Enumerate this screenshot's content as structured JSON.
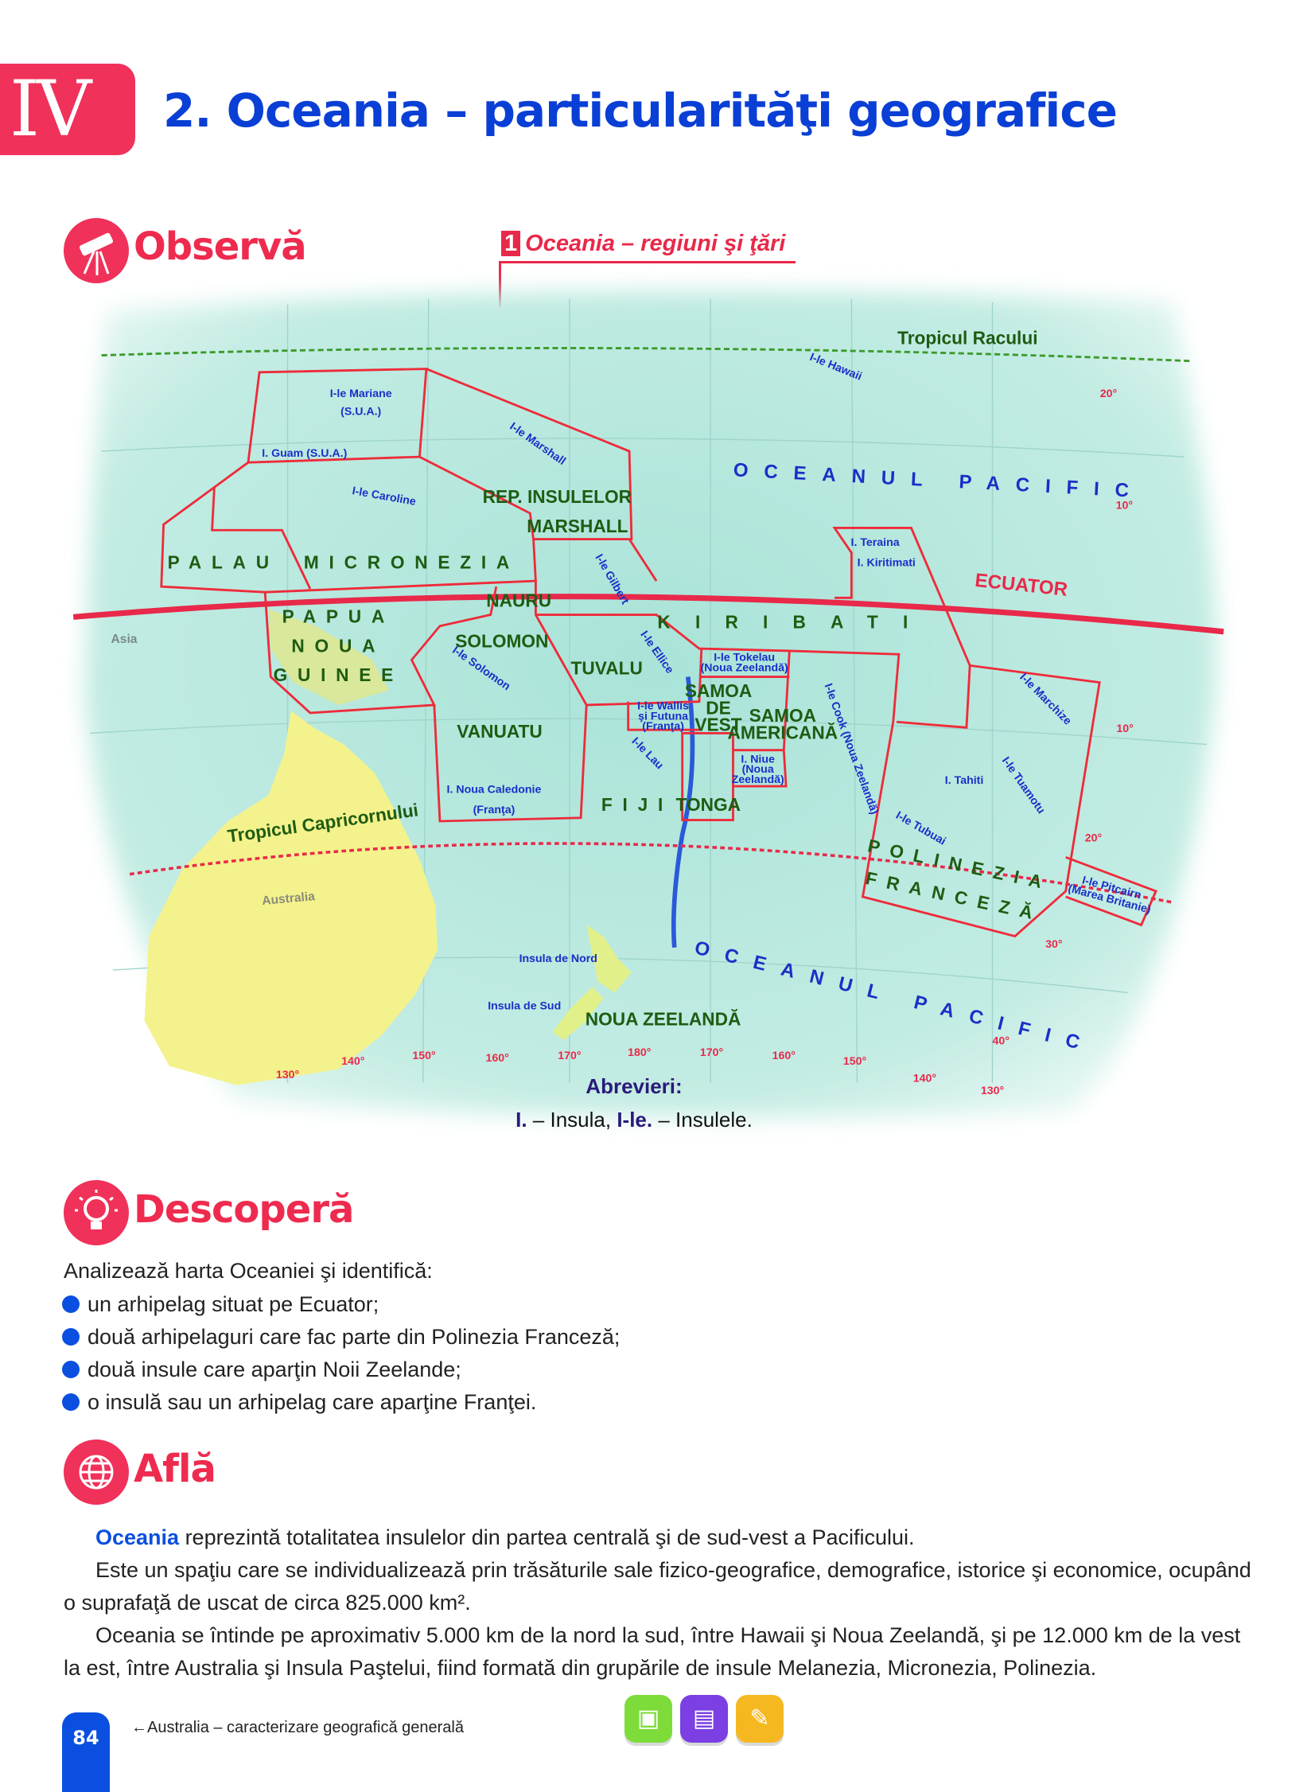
{
  "header": {
    "unit": "IV",
    "title": "2. Oceania – particularităţi geografice"
  },
  "observa": {
    "title": "Observă",
    "caption_num": "1",
    "caption": "Oceania – regiuni şi ţări"
  },
  "map": {
    "labels": [
      "Tropicul Racului",
      "I-le Hawaii",
      "20°",
      "OCEANUL PACIFIC",
      "10°",
      "ECUATOR",
      "I-le Mariane",
      "(S.U.A.)",
      "I. Guam (S.U.A.)",
      "I-le Marshall",
      "I-le Caroline",
      "REP. INSULELOR",
      "MARSHALL",
      "PALAU",
      "MICRONEZIA",
      "NAURU",
      "I-le Gilbert",
      "PAPUA",
      "NOUA",
      "GUINEE",
      "SOLOMON",
      "I-le Solomon",
      "TUVALU",
      "I-le Ellice",
      "KIRIBATI",
      "I-le Tokelau",
      "(Noua Zeelandă)",
      "SAMOA",
      "DE",
      "VEST",
      "SAMOA",
      "AMERICANĂ",
      "I-le Wallis",
      "şi Futuna",
      "(Franţa)",
      "I-le Cook (Noua Zeelandă)",
      "I-le Lau",
      "I. Niue",
      "(Noua",
      "Zeelandă)",
      "VANUATU",
      "I. Noua Caledonie",
      "(Franţa)",
      "FIJI",
      "TONGA",
      "I-le Marchize",
      "I. Tahiti",
      "I-le Tuamotu",
      "I-le Tubuai",
      "POLINEZIA",
      "FRANCEZĂ",
      "I-le Pitcairn",
      "(Marea Britanie)",
      "I. Teraina",
      "I. Kiritimati",
      "Australia",
      "Asia",
      "Insula de Nord",
      "Insula de Sud",
      "NOUA ZEELANDĂ",
      "OCEANUL PACIFIC",
      "Tropicul Capricornului",
      "10°",
      "20°",
      "30°",
      "40°",
      "130°",
      "140°",
      "150°",
      "160°",
      "170°",
      "180°",
      "170°",
      "160°",
      "150°",
      "140°",
      "130°"
    ]
  },
  "abbreviations": {
    "title": "Abrevieri:",
    "i": "I.",
    "i_text": " – Insula, ",
    "ile": "I-le.",
    "ile_text": " – Insulele."
  },
  "descopera": {
    "title": "Descoperă",
    "intro": "Analizează harta Oceaniei şi identifică:",
    "bullets": [
      "un arhipelag situat pe Ecuator;",
      "două arhipelaguri care fac parte din Polinezia Franceză;",
      "două insule care aparţin Noii Zeelande;",
      "o insulă sau un arhipelag care aparţine Franţei."
    ]
  },
  "afla": {
    "title": "Află",
    "p1_bold": "Oceania",
    "p1": " reprezintă totalitatea insulelor din partea centrală şi de sud-vest a Pacificului.",
    "p2": "Este un spaţiu care se individualizează prin trăsăturile sale fizico-geografice, demografice, istorice şi economice, ocupând o suprafaţă de uscat de circa 825.000 km².",
    "p3": "Oceania se întinde pe aproximativ 5.000 km de la nord la sud, între Hawaii şi Noua Zeelandă, şi pe 12.000 km de la vest la est, între Australia şi Insula Paştelui, fiind formată din grupările de insule Melanezia, Micronezia, Polinezia."
  },
  "footer": {
    "page": "84",
    "prev_link": "Australia – caracterizare geografică generală",
    "arrow": "←"
  },
  "colors": {
    "accent_red": "#f0315a",
    "blue": "#0a3fd6",
    "green_btn": "#7ddc3a",
    "purple_btn": "#7b3fe4",
    "orange_btn": "#f5b820"
  }
}
